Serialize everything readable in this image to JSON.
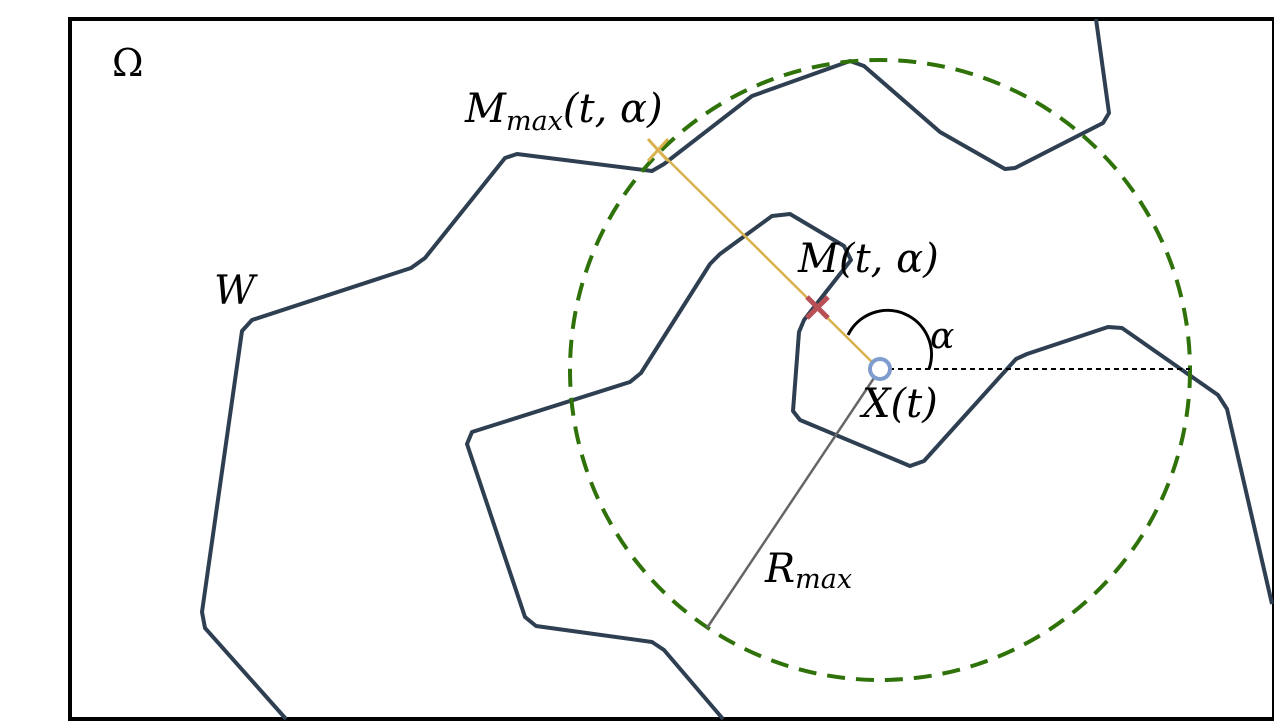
{
  "labels": {
    "domain": "Ω",
    "wall": "W",
    "m_max": "M",
    "m_max_sub": "max",
    "m_max_args": "(t, α)",
    "m": "M(t, α)",
    "alpha": "α",
    "x": "X(t)",
    "r_max": "R",
    "r_max_sub": "max"
  },
  "colors": {
    "frame": "#000000",
    "wall": "#2f3f52",
    "circle": "#2e7209",
    "ray": "#d9b24e",
    "m_marker": "#b85056",
    "x_fill": "#ffffff",
    "x_stroke": "#7e9ccf",
    "radius": "#666666",
    "reference_line": "#000000"
  }
}
